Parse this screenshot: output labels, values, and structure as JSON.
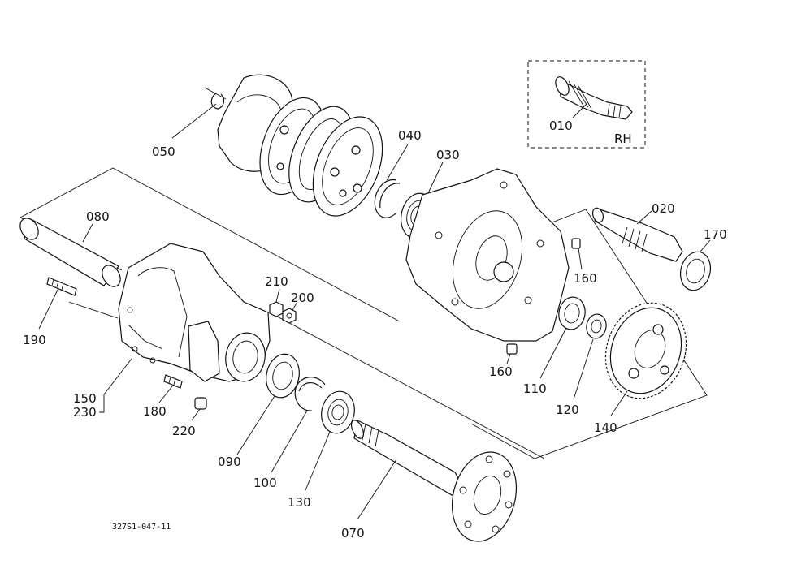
{
  "diagram": {
    "drawing_code": "327S1-047-11",
    "inset_label": "RH",
    "parts": [
      {
        "id": "part-010",
        "number": "010"
      },
      {
        "id": "part-020",
        "number": "020"
      },
      {
        "id": "part-030",
        "number": "030"
      },
      {
        "id": "part-040",
        "number": "040"
      },
      {
        "id": "part-050",
        "number": "050"
      },
      {
        "id": "part-070",
        "number": "070"
      },
      {
        "id": "part-080",
        "number": "080"
      },
      {
        "id": "part-090",
        "number": "090"
      },
      {
        "id": "part-100",
        "number": "100"
      },
      {
        "id": "part-110",
        "number": "110"
      },
      {
        "id": "part-120",
        "number": "120"
      },
      {
        "id": "part-130",
        "number": "130"
      },
      {
        "id": "part-140",
        "number": "140"
      },
      {
        "id": "part-150",
        "number": "150"
      },
      {
        "id": "part-160a",
        "number": "160"
      },
      {
        "id": "part-160b",
        "number": "160"
      },
      {
        "id": "part-170",
        "number": "170"
      },
      {
        "id": "part-180",
        "number": "180"
      },
      {
        "id": "part-190",
        "number": "190"
      },
      {
        "id": "part-200",
        "number": "200"
      },
      {
        "id": "part-210",
        "number": "210"
      },
      {
        "id": "part-220",
        "number": "220"
      },
      {
        "id": "part-230",
        "number": "230"
      }
    ]
  }
}
